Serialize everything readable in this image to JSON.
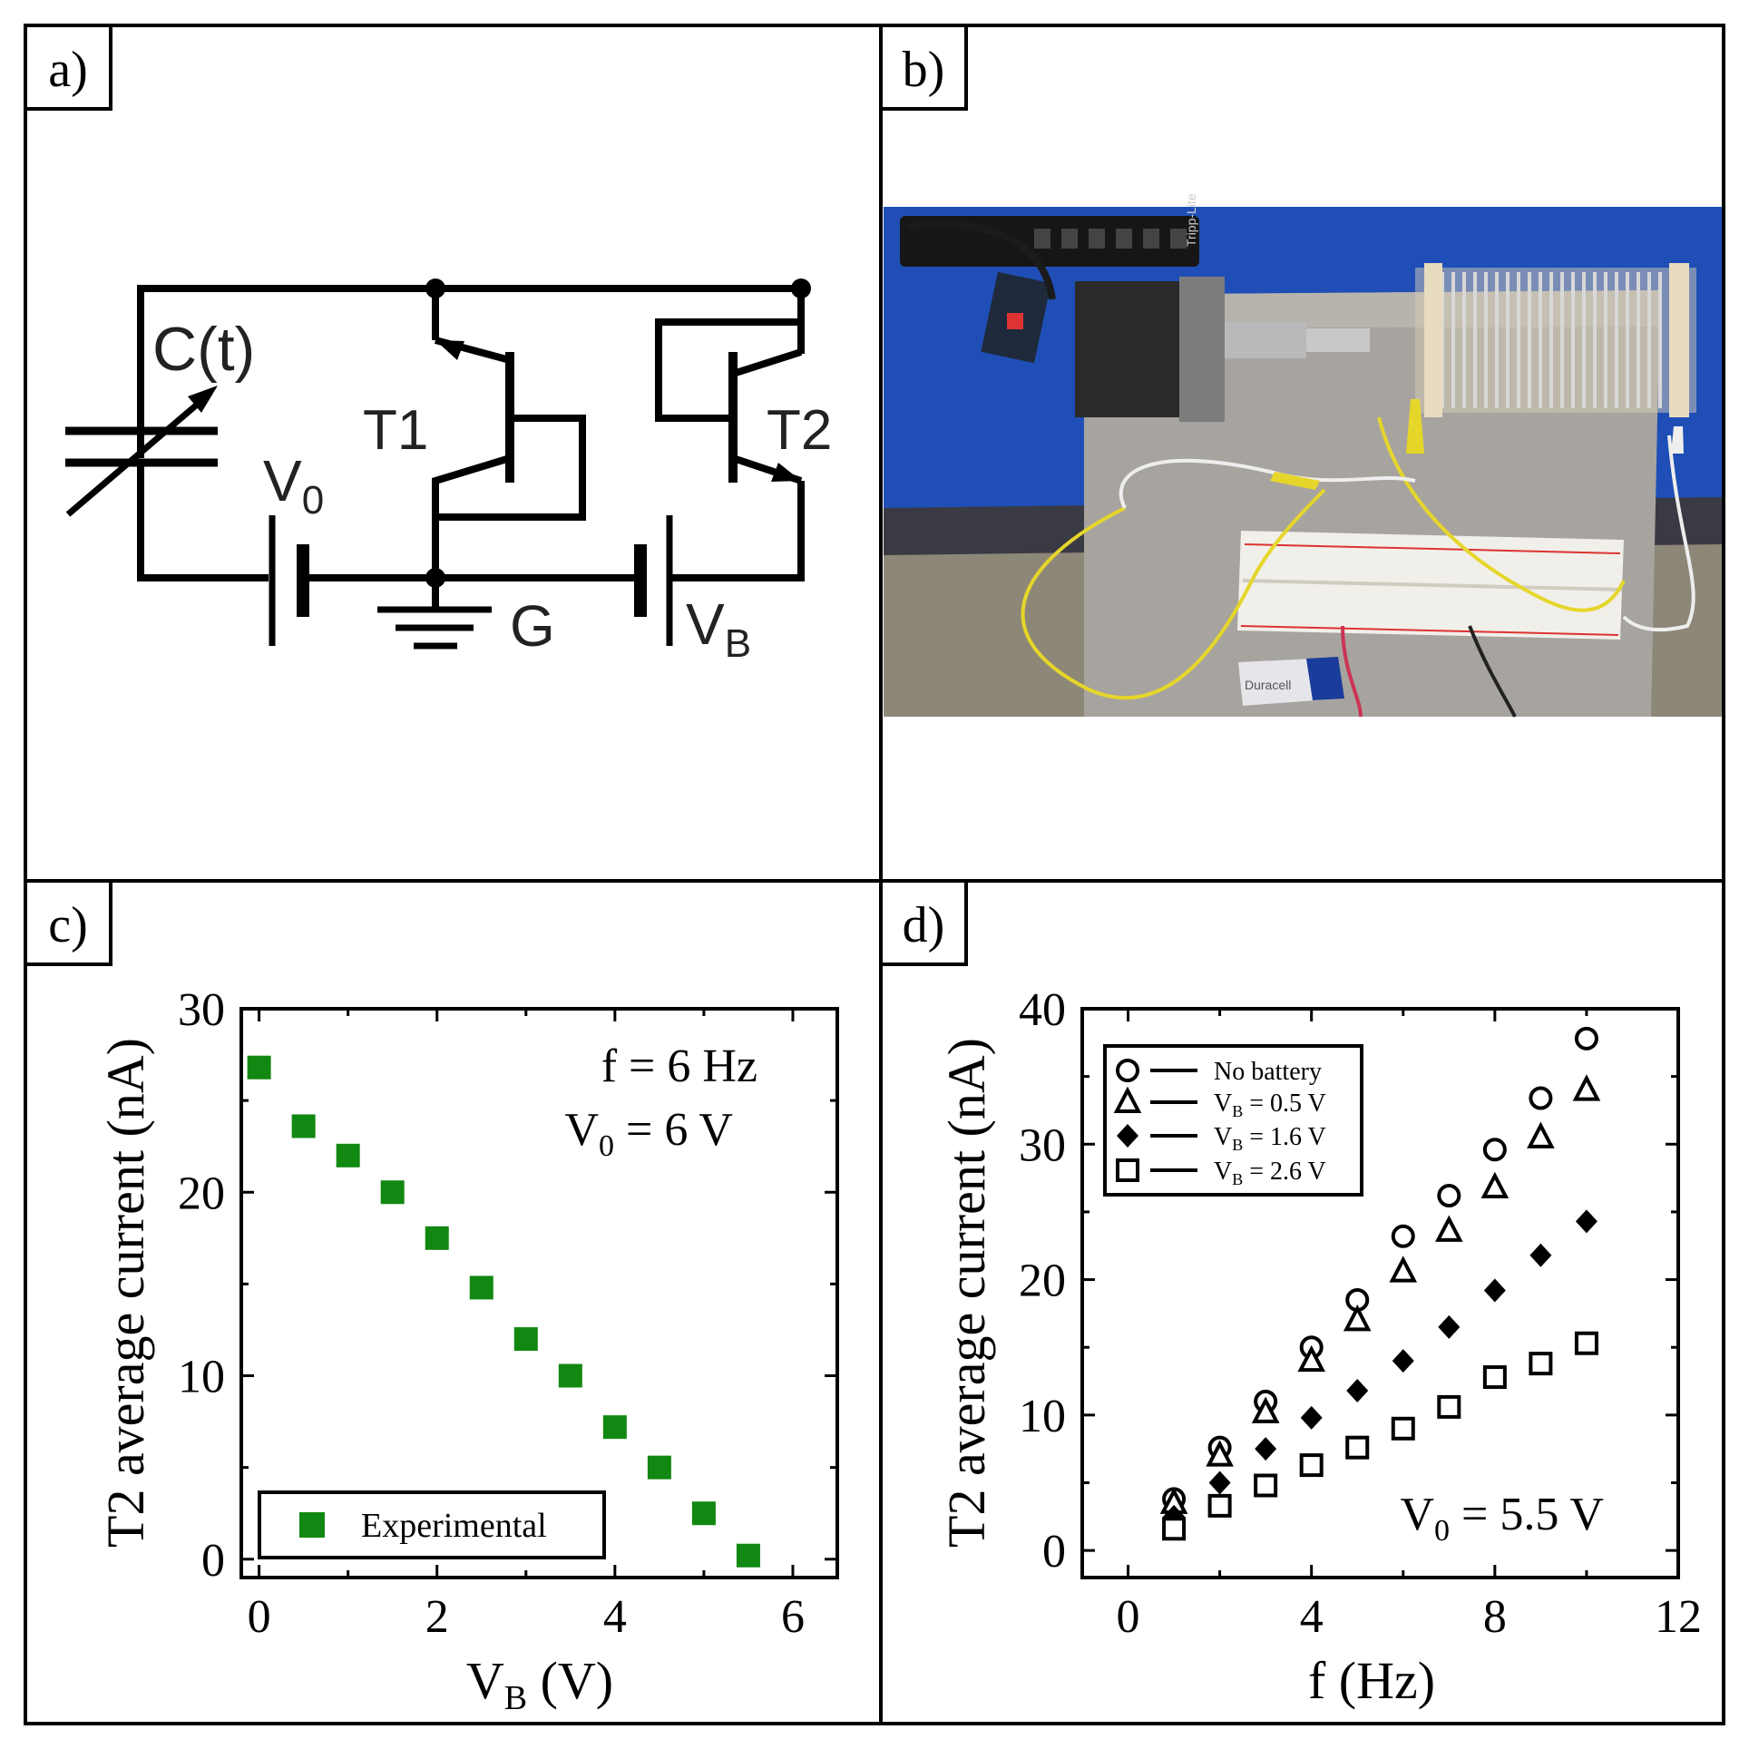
{
  "panels": {
    "a": {
      "label": "a)"
    },
    "b": {
      "label": "b)"
    },
    "c": {
      "label": "c)"
    },
    "d": {
      "label": "d)"
    }
  },
  "circuit": {
    "capacitor_label": "C(t)",
    "t1_label": "T1",
    "t2_label": "T2",
    "v0_label": "V",
    "v0_sub": "0",
    "ground_label": "G",
    "vb_label": "V",
    "vb_sub": "B"
  },
  "photo": {
    "battery_text": "Duracell",
    "power_strip_text": "Tripp-Lite"
  },
  "chart_data": [
    {
      "panel": "c",
      "type": "scatter",
      "xlabel_main": "V",
      "xlabel_sub": "B",
      "xlabel_tail": " (V)",
      "ylabel": "T2 average current (nA)",
      "xlim": [
        -0.2,
        6.5
      ],
      "ylim": [
        -1,
        30
      ],
      "xticks": [
        0,
        2,
        4,
        6
      ],
      "yticks": [
        0,
        10,
        20,
        30
      ],
      "annotation_f": "f = 6 Hz",
      "annotation_v0_main": "V",
      "annotation_v0_sub": "0",
      "annotation_v0_tail": " = 6 V",
      "legend_position": "bottom-left",
      "color": "#118811",
      "series": [
        {
          "name": "Experimental",
          "marker": "square-filled",
          "x": [
            0,
            0.5,
            1,
            1.5,
            2,
            2.5,
            3,
            3.5,
            4,
            4.5,
            5,
            5.5
          ],
          "y": [
            26.8,
            23.6,
            22.0,
            20.0,
            17.5,
            14.8,
            12.0,
            10.0,
            7.2,
            5.0,
            2.5,
            0.2
          ]
        }
      ]
    },
    {
      "panel": "d",
      "type": "scatter",
      "xlabel": "f (Hz)",
      "ylabel": "T2 average current (nA)",
      "xlim": [
        -1,
        12
      ],
      "ylim": [
        -2,
        40
      ],
      "xticks": [
        0,
        4,
        8,
        12
      ],
      "yticks": [
        0,
        10,
        20,
        30,
        40
      ],
      "annotation_main": "V",
      "annotation_sub": "0",
      "annotation_tail": " = 5.5 V",
      "legend_position": "top-left",
      "series": [
        {
          "name": "No battery",
          "marker": "circle-open",
          "x": [
            1,
            2,
            3,
            4,
            5,
            6,
            7,
            8,
            9,
            10
          ],
          "y": [
            3.8,
            7.6,
            11.0,
            15.0,
            18.5,
            23.2,
            26.2,
            29.6,
            33.4,
            37.8
          ]
        },
        {
          "name_main": "V",
          "name_sub": "B",
          "name_tail": " = 0.5 V",
          "marker": "triangle-open",
          "x": [
            1,
            2,
            3,
            4,
            5,
            6,
            7,
            8,
            9,
            10
          ],
          "y": [
            3.5,
            7.0,
            10.2,
            14.0,
            17.0,
            20.6,
            23.6,
            26.8,
            30.5,
            34.0
          ]
        },
        {
          "name_main": "V",
          "name_sub": "B",
          "name_tail": " = 1.6 V",
          "marker": "diamond-filled",
          "x": [
            1,
            2,
            3,
            4,
            5,
            6,
            7,
            8,
            9,
            10
          ],
          "y": [
            2.5,
            5.0,
            7.5,
            9.8,
            11.8,
            14.0,
            16.5,
            19.2,
            21.8,
            24.3
          ]
        },
        {
          "name_main": "V",
          "name_sub": "B",
          "name_tail": " = 2.6 V",
          "marker": "square-open",
          "x": [
            1,
            2,
            3,
            4,
            5,
            6,
            7,
            8,
            9,
            10
          ],
          "y": [
            1.6,
            3.3,
            4.8,
            6.3,
            7.6,
            9.0,
            10.6,
            12.8,
            13.8,
            15.3
          ]
        }
      ]
    }
  ]
}
